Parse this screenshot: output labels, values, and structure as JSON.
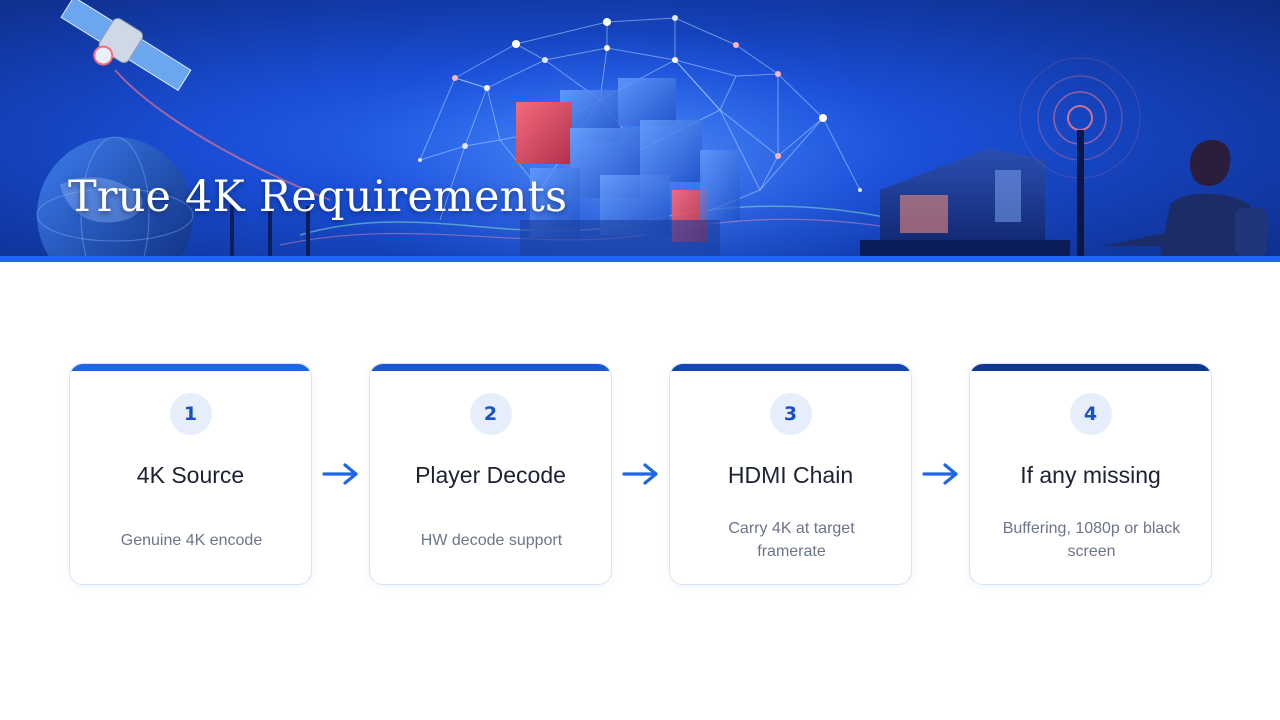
{
  "header": {
    "title": "True 4K Requirements"
  },
  "colors": {
    "banner_blue": "#1a4fd8",
    "accent": "#1f66e6",
    "step_number_bg": "#e6eefc",
    "step_number_text": "#1b4fc7",
    "bar_1": "#1f66e6",
    "bar_2": "#1b57d3",
    "bar_3": "#1546b4",
    "bar_4": "#0f3791"
  },
  "steps": [
    {
      "number": "1",
      "title": "4K Source",
      "description": "Genuine 4K encode"
    },
    {
      "number": "2",
      "title": "Player Decode",
      "description": "HW decode support"
    },
    {
      "number": "3",
      "title": "HDMI Chain",
      "description": "Carry 4K at target framerate"
    },
    {
      "number": "4",
      "title": "If any missing",
      "description": "Buffering, 1080p or black screen"
    }
  ],
  "connector_icon": "arrow-right-icon"
}
